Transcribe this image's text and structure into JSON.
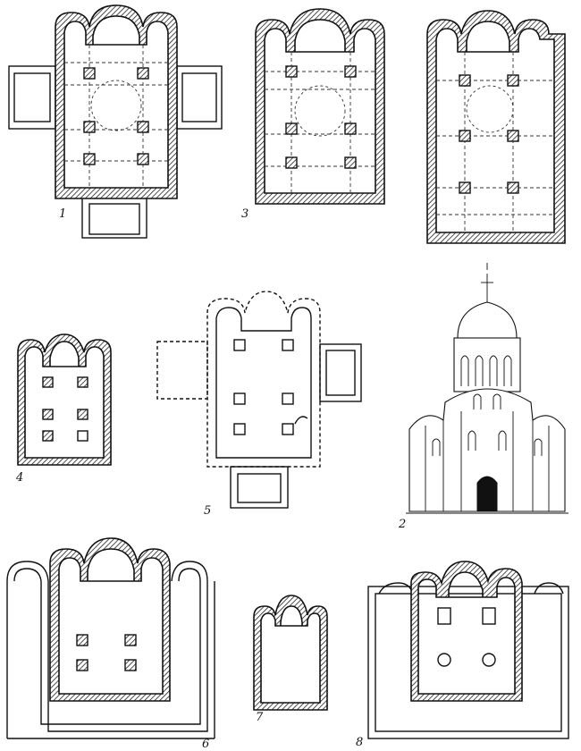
{
  "figures": [
    {
      "id": "1",
      "label": "1"
    },
    {
      "id": "2",
      "label": "2"
    },
    {
      "id": "3",
      "label": "3"
    },
    {
      "id": "4",
      "label": "4"
    },
    {
      "id": "5",
      "label": "5"
    },
    {
      "id": "6",
      "label": "6"
    },
    {
      "id": "7",
      "label": "7"
    },
    {
      "id": "8",
      "label": "8"
    }
  ]
}
